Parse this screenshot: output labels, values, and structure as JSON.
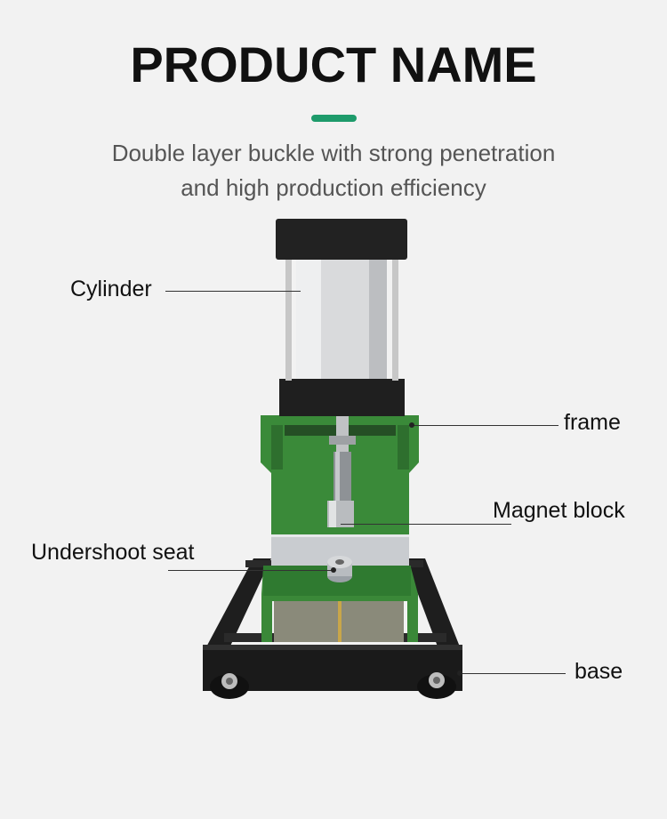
{
  "header": {
    "title": "PRODUCT NAME",
    "subtitle_line1": "Double layer buckle with strong penetration",
    "subtitle_line2": "and high production efficiency"
  },
  "colors": {
    "accent": "#1e9b6b",
    "frame_green": "#3c8a3a",
    "base_black": "#1c1c1c"
  },
  "callouts": {
    "cylinder": "Cylinder",
    "frame": "frame",
    "magnet_block": "Magnet block",
    "undershoot_seat": "Undershoot seat",
    "base": "base"
  }
}
